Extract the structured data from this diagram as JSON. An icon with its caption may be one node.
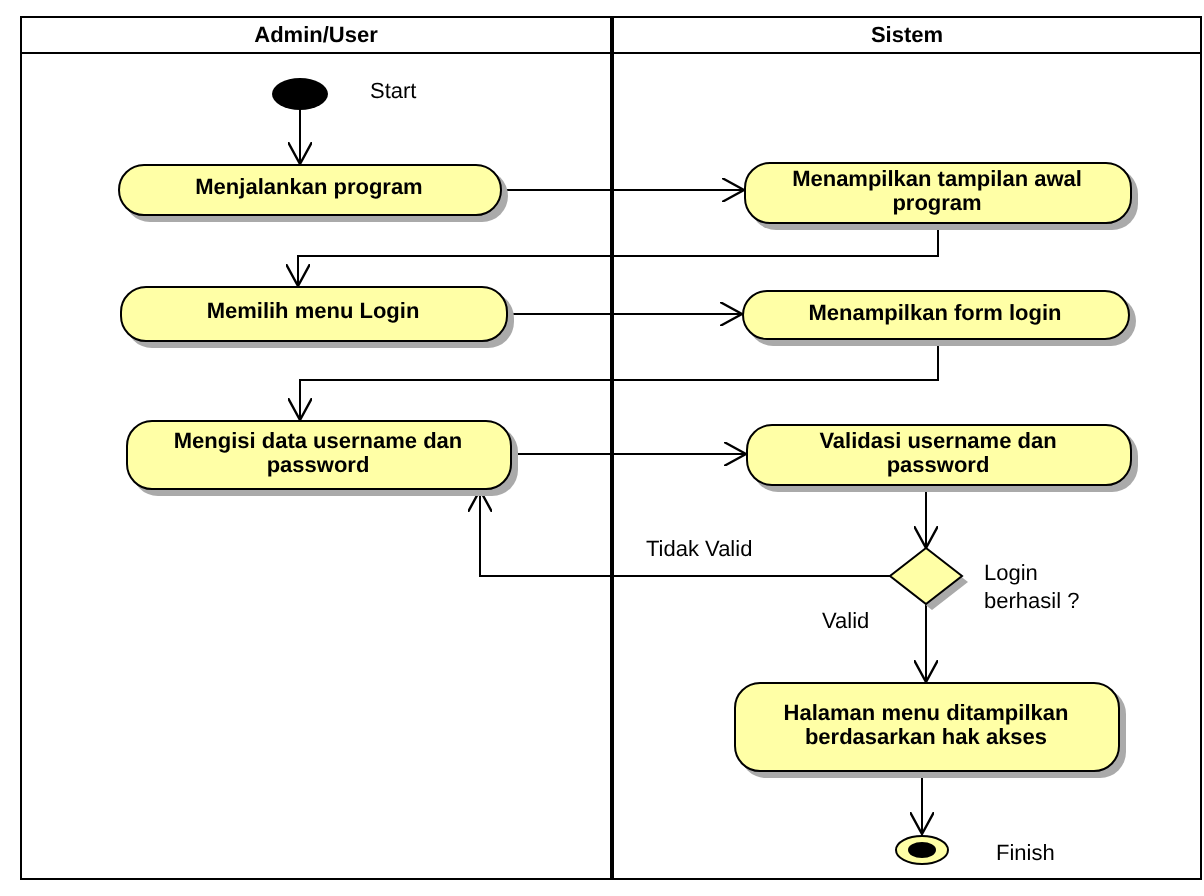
{
  "diagram": {
    "nodes": [
      {
        "text": [
          "Admin/User"
        ]
      },
      {
        "text": [
          "Sistem"
        ]
      },
      {
        "text": [],
        "shape": "circle",
        "beside": [
          "Start"
        ],
        "in": 0
      },
      {
        "text": [
          "Menjalankan program"
        ],
        "in": 0
      },
      {
        "text": [
          "Menampilkan tampilan awal program"
        ],
        "in": 1
      },
      {
        "text": [
          "Memilih menu Login"
        ],
        "in": 0
      },
      {
        "text": [
          "Menampilkan form login"
        ],
        "in": 1
      },
      {
        "text": [
          "Mengisi data username dan password"
        ],
        "in": 0
      },
      {
        "text": [
          "Validasi username dan password"
        ],
        "in": 1
      },
      {
        "text": [],
        "shape": "diamond",
        "beside": [
          "Login berhasil ?"
        ],
        "in": 1
      },
      {
        "text": [
          "Halaman menu ditampilkan berdasarkan hak akses"
        ],
        "in": 1
      },
      {
        "text": [],
        "shape": "bullseye",
        "beside": [
          "Finish"
        ],
        "in": 1
      }
    ],
    "edges": [
      {
        "from": 2,
        "to": 3,
        "arrow": "to"
      },
      {
        "from": 3,
        "to": 4,
        "arrow": "to"
      },
      {
        "from": 4,
        "to": 5,
        "arrow": "to"
      },
      {
        "from": 5,
        "to": 6,
        "arrow": "to"
      },
      {
        "from": 6,
        "to": 7,
        "arrow": "to"
      },
      {
        "from": 7,
        "to": 8,
        "arrow": "to"
      },
      {
        "from": 8,
        "to": 9,
        "arrow": "to"
      },
      {
        "from": 9,
        "to": 7,
        "arrow": "to",
        "label": "Tidak Valid"
      },
      {
        "from": 9,
        "to": 10,
        "arrow": "to",
        "label": "Valid"
      },
      {
        "from": 10,
        "to": 11,
        "arrow": "to"
      }
    ]
  }
}
